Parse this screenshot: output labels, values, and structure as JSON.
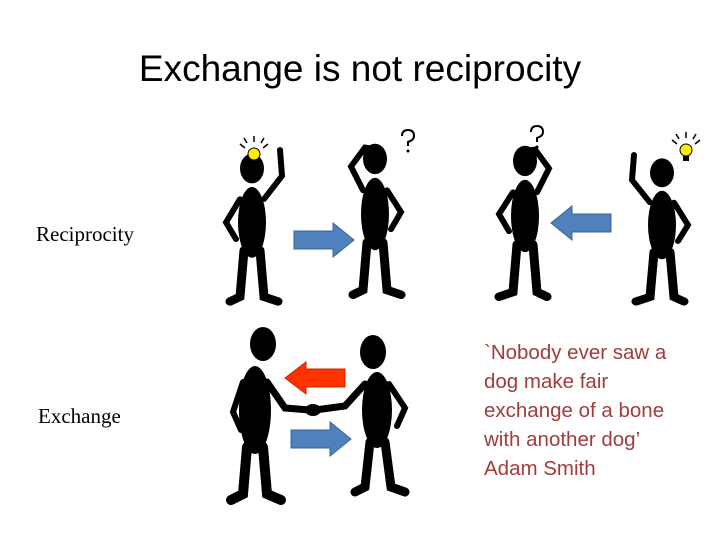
{
  "title": "Exchange is not reciprocity",
  "rows": {
    "reciprocity_label": "Reciprocity",
    "exchange_label": "Exchange"
  },
  "quote": {
    "lines": [
      "`Nobody ever saw a",
      "dog make fair",
      "exchange of a bone",
      "with another dog’",
      "Adam Smith"
    ]
  },
  "colors": {
    "arrow_blue": "#4f81bd",
    "arrow_red": "#ff3300",
    "quote": "#a23c3c",
    "bulb": "#ffee00"
  },
  "icons": [
    "person-idea-icon",
    "person-thinking-icon",
    "arrow-right-icon",
    "arrow-left-icon",
    "lightbulb-icon",
    "question-mark-icon",
    "handshake-people-icon"
  ]
}
